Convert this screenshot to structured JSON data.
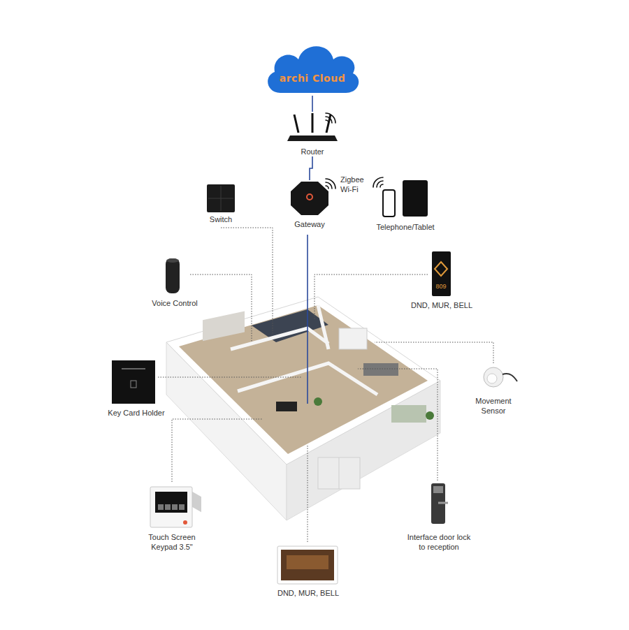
{
  "diagram": {
    "nodes": [
      {
        "text": [
          "archi Cloud"
        ]
      },
      {
        "text": [
          "Router"
        ]
      },
      {
        "text": [
          "Gateway"
        ]
      }
    ],
    "edges": [
      {
        "from": 0,
        "to": 1,
        "arrow": "none"
      },
      {
        "from": 1,
        "to": 2,
        "arrow": "none"
      }
    ],
    "labels": [
      "Zigbee Wi-Fi",
      "Telephone/Tablet",
      "Switch",
      "Voice Control",
      "DND, MUR, BELL",
      "809",
      "Movement Sensor",
      "Key Card Holder",
      "Touch Screen Keypad 3.5\"",
      "Interface door lock to reception",
      "DND, MUR, BELL"
    ]
  }
}
